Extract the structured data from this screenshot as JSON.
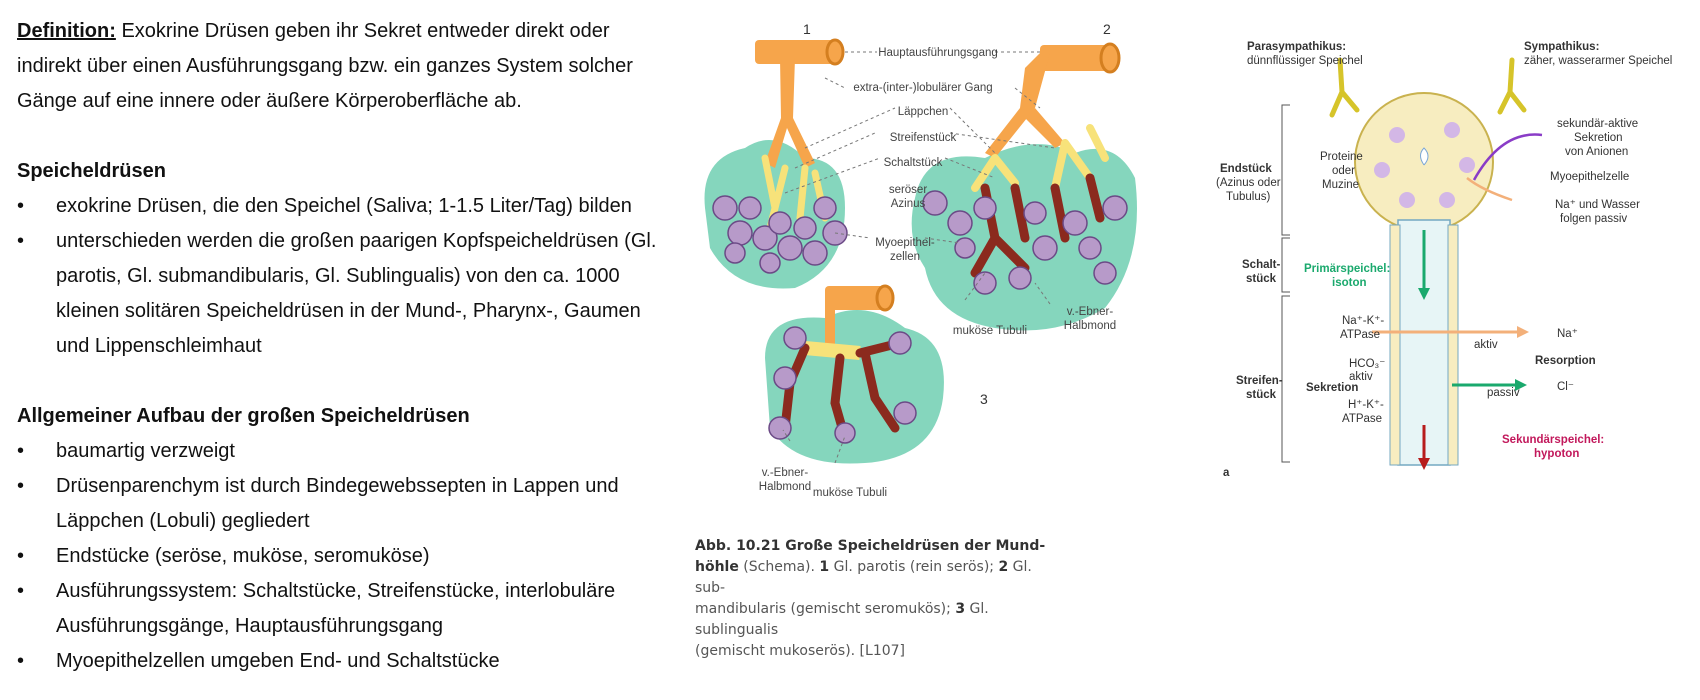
{
  "definition": {
    "label": "Definition:",
    "text": "Exokrine Drüsen geben ihr Sekret entweder direkt oder indirekt über einen Ausführungsgang bzw. ein ganzes System solcher Gänge auf eine innere oder äußere Körperoberfläche ab."
  },
  "sections": [
    {
      "title": "Speicheldrüsen",
      "bullets": [
        "exokrine Drüsen, die den Speichel (Saliva; 1-1.5 Liter/Tag) bilden",
        "unterschieden werden die großen paarigen Kopfspeicheldrüsen (Gl. parotis, Gl. submandibularis, Gl. Sublingualis) von den ca. 1000 kleinen solitären Speicheldrüsen in der Mund-, Pharynx-, Gaumen und Lippenschleimhaut"
      ]
    },
    {
      "title": "Allgemeiner Aufbau der großen Speicheldrüsen",
      "bullets": [
        "baumartig verzweigt",
        "Drüsenparenchym ist durch Bindegewebssepten in Lappen und Läppchen (Lobuli) gegliedert",
        "Endstücke (seröse, muköse, seromuköse)",
        "Ausführungssystem: Schaltstücke, Streifenstücke, interlobuläre Ausführungsgänge, Hauptausführungsgang",
        "Myoepithelzellen umgeben End- und Schaltstücke"
      ]
    }
  ],
  "figure1": {
    "num1": "1",
    "num2": "2",
    "num3": "3",
    "labels": {
      "hauptgang": "Hauptausführungsgang",
      "extra": "extra-(inter-)lobulärer Gang",
      "laeppchen": "Läppchen",
      "streifen": "Streifenstück",
      "schalt": "Schaltstück",
      "seroes1": "seröser",
      "seroes2": "Azinus",
      "myo1": "Myoepithel-",
      "myo2": "zellen",
      "ebner_r1": "v.-Ebner-",
      "ebner_r2": "Halbmond",
      "mukoese_r": "muköse Tubuli",
      "ebner_l1": "v.-Ebner-",
      "ebner_l2": "Halbmond",
      "mukoese_l": "muköse Tubuli"
    },
    "caption": {
      "abb": "Abb. 10.21  Große Speicheldrüsen der Mund-",
      "abb2": "höhle",
      "line1_rest": " (Schema). ",
      "n1": "1",
      "t1": " Gl. parotis (rein serös); ",
      "n2": "2",
      "t2": " Gl. sub-",
      "line2": "mandibularis (gemischt seromukös); ",
      "n3": "3",
      "t3": " Gl. sublingualis",
      "line3": "(gemischt mukoserös). [L107]"
    }
  },
  "figure2": {
    "para_title": "Parasympathikus:",
    "para_sub": "dünnflüssiger Speichel",
    "sym_title": "Sympathikus:",
    "sym_sub": "zäher, wasserarmer Speichel",
    "endstueck": "Endstück",
    "endstueck_sub1": "(Azinus oder",
    "endstueck_sub2": "Tubulus)",
    "proteine1": "Proteine",
    "proteine2": "oder",
    "proteine3": "Muzine",
    "sekundaer1": "sekundär-aktive",
    "sekundaer2": "Sekretion",
    "sekundaer3": "von Anionen",
    "myoepithelzelle": "Myoepithelzelle",
    "nawasser1": "Na⁺ und Wasser",
    "nawasser2": "folgen passiv",
    "schalt1": "Schalt-",
    "schalt2": "stück",
    "primaer1": "Primärspeichel:",
    "primaer2": "isoton",
    "nak1": "Na⁺-K⁺-",
    "nak2": "ATPase",
    "na_out": "Na⁺",
    "aktiv": "aktiv",
    "resorption": "Resorption",
    "hco3_1": "HCO₃⁻",
    "hco3_2": "aktiv",
    "streifen1": "Streifen-",
    "streifen2": "stück",
    "sekretion": "Sekretion",
    "passiv": "passiv",
    "cl": "Cl⁻",
    "hk1": "H⁺-K⁺-",
    "hk2": "ATPase",
    "sekundaerspeichel1": "Sekundärspeichel:",
    "sekundaerspeichel2": "hypoton",
    "panel": "a"
  },
  "colors": {
    "duct_orange": "#f6a54b",
    "duct_yellow": "#f7e27a",
    "lobule_teal": "#78d1b6",
    "acinus_purple": "#b79ac9",
    "tubule_red": "#8b2a1e",
    "green_text": "#1aa96d",
    "magenta_text": "#c2185b"
  }
}
